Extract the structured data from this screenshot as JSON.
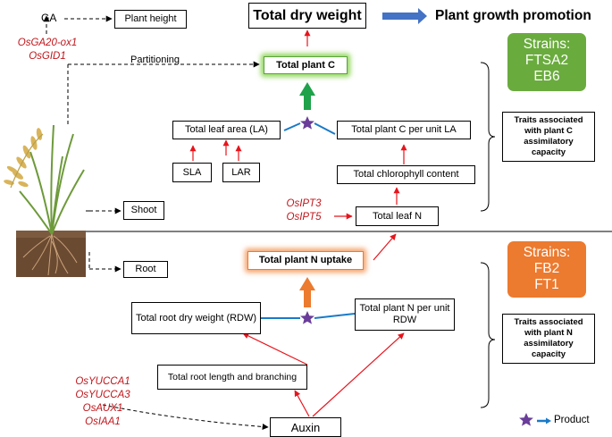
{
  "header": {
    "total_dry_weight": "Total dry weight",
    "plant_growth_promotion": "Plant growth promotion"
  },
  "ga_branch": {
    "ga_label": "GA",
    "plant_height": "Plant height",
    "genes": [
      "OsGA20-ox1",
      "OsGID1"
    ]
  },
  "partitioning_label": "Partitioning",
  "carbon": {
    "total_plant_c": "Total plant C",
    "total_leaf_area": "Total leaf area (LA)",
    "c_per_la": "Total plant C per unit LA",
    "sla": "SLA",
    "lar": "LAR",
    "chlorophyll": "Total chlorophyll content",
    "leaf_n": "Total leaf N",
    "genes": [
      "OsIPT3",
      "OsIPT5"
    ],
    "shoot": "Shoot",
    "strains": [
      "Strains:",
      "FTSA2",
      "EB6"
    ],
    "traits": "Traits associated with plant C assimilatory capacity"
  },
  "nitrogen": {
    "root": "Root",
    "total_plant_n": "Total plant N uptake",
    "root_dry_weight": "Total root dry weight (RDW)",
    "n_per_rdw": "Total plant N per unit RDW",
    "root_length": "Total root length and branching",
    "auxin": "Auxin",
    "genes": [
      "OsYUCCA1",
      "OsYUCCA3",
      "OsAUX1",
      "OsIAA1"
    ],
    "strains": [
      "Strains:",
      "FB2",
      "FT1"
    ],
    "traits": "Traits associated with plant N assimilatory capacity"
  },
  "legend": {
    "product": "Product"
  },
  "colors": {
    "red_arrow": "#e8141c",
    "gene_text": "#c0161b",
    "green": "#6aab3e",
    "green_arrow": "#1fa24a",
    "orange": "#ec7a2f",
    "blue": "#1a7ac7",
    "purple_star": "#6a3d9a",
    "promotion_arrow": "#4472c4"
  }
}
